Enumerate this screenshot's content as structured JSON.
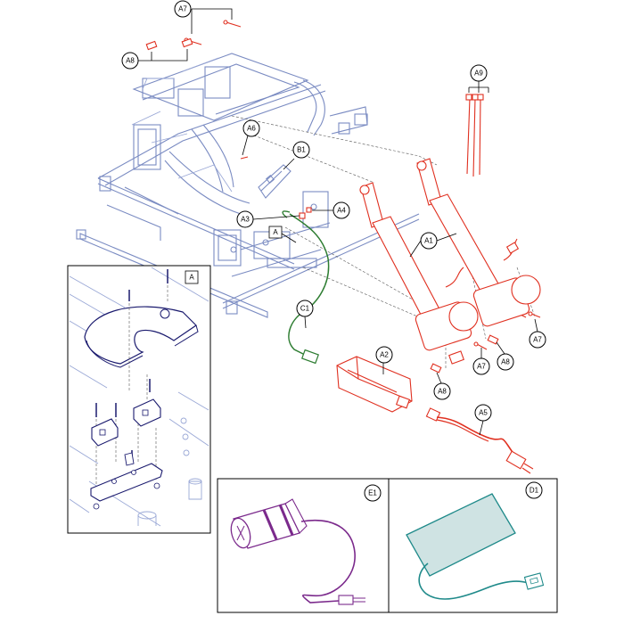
{
  "callouts": {
    "A7_top": "A7",
    "A8_top": "A8",
    "A9": "A9",
    "A6": "A6",
    "B1": "B1",
    "A3": "A3",
    "A4": "A4",
    "A_ref": "A",
    "A1": "A1",
    "C1": "C1",
    "A2": "A2",
    "A7_right": "A7",
    "A7_mid": "A7",
    "A8_right": "A8",
    "A8_bottom": "A8",
    "A5": "A5",
    "E1": "E1",
    "D1": "D1",
    "inset_A": "A"
  },
  "colors": {
    "frame": "#7a8bc2",
    "actuator": "#e03020",
    "cable_green": "#2e7d32",
    "cable_purple": "#7b2a8c",
    "cable_teal": "#1f8a8a",
    "pad_fill": "#cfe3e3",
    "power_cord": "#e03020"
  }
}
